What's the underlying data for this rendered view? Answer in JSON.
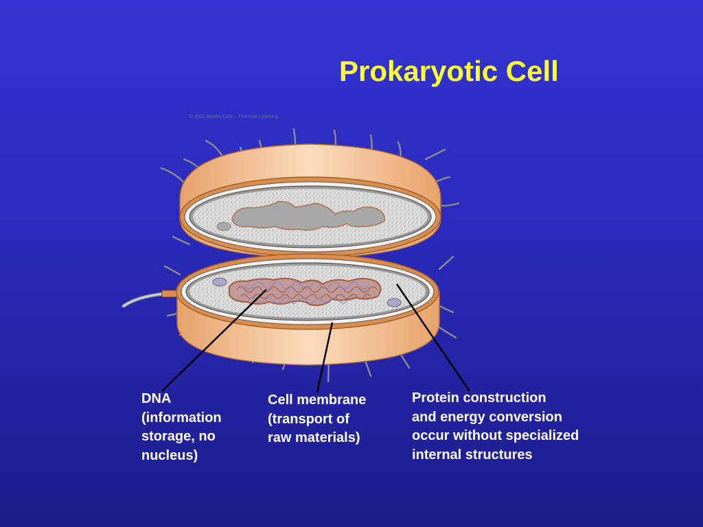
{
  "slide": {
    "title": "Prokaryotic Cell",
    "copyright": "© 2003 Brooks/Cole – Thomson Learning"
  },
  "labels": {
    "dna": [
      "DNA",
      "(information",
      "storage, no",
      "nucleus)"
    ],
    "membrane": [
      "Cell membrane",
      "(transport of",
      "raw materials)"
    ],
    "protein": [
      "Protein construction",
      "and energy conversion",
      "occur without specialized",
      "internal structures"
    ]
  },
  "colors": {
    "background": "#2f2fc8",
    "title": "#ffff33",
    "label_text": "#ffffff",
    "cell_wall": "#e8a468",
    "cytoplasm": "#d8d8d8",
    "dna": "#b06848",
    "pointer_line": "#000000"
  }
}
